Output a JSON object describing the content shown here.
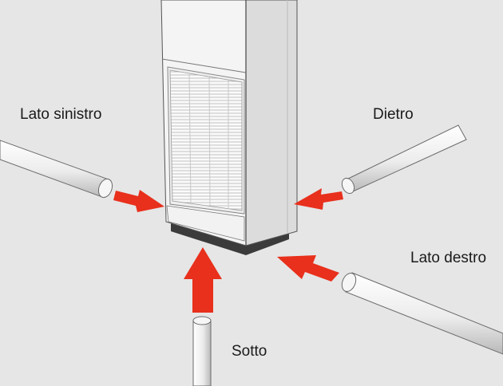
{
  "labels": {
    "left": "Lato sinistro",
    "back": "Dietro",
    "right": "Lato destro",
    "under": "Sotto"
  },
  "colors": {
    "background": "#e6e6e6",
    "arrow": "#e8301c",
    "unit_body": "#f4f4f4",
    "outline": "#555555"
  }
}
